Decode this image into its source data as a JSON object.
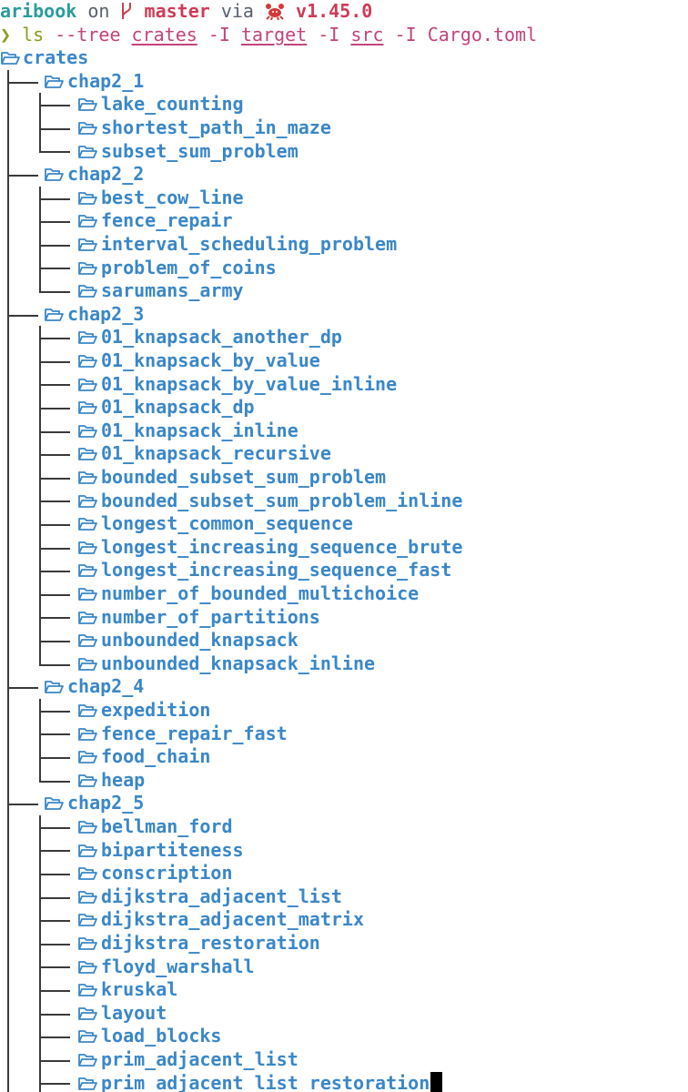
{
  "colors": {
    "background": "#ffffff",
    "dir_name": "#3a87c8",
    "guides": "#3a3a3a",
    "prompt_dir": "#2b9c9c",
    "plain": "#5a6070",
    "git_branch": "#cf3b56",
    "rust_version": "#cf3b56",
    "prompt_arrow": "#8d9b1f",
    "command": "#8d9b1f",
    "argument": "#c2447c",
    "cursor": "#000000"
  },
  "prompt": {
    "directory": "aribook",
    "on_word": "on",
    "branch_icon": "git-branch-icon",
    "branch": "master",
    "via_word": "via",
    "rust_icon": "rust-crab-icon",
    "rust_version": "v1.45.0"
  },
  "command_line": {
    "prompt_symbol": "❯",
    "command": "ls",
    "tokens": [
      {
        "text": "--tree",
        "kind": "flag"
      },
      {
        "text": "crates",
        "kind": "path"
      },
      {
        "text": "-I",
        "kind": "flag"
      },
      {
        "text": "target",
        "kind": "path"
      },
      {
        "text": "-I",
        "kind": "flag"
      },
      {
        "text": "src",
        "kind": "path"
      },
      {
        "text": "-I",
        "kind": "flag"
      },
      {
        "text": "Cargo.toml",
        "kind": "plain"
      }
    ]
  },
  "tree": {
    "root": "crates",
    "folder_icon": "folder-open-icon",
    "chapters": [
      {
        "name": "chap2_1",
        "children": [
          "lake_counting",
          "shortest_path_in_maze",
          "subset_sum_problem"
        ]
      },
      {
        "name": "chap2_2",
        "children": [
          "best_cow_line",
          "fence_repair",
          "interval_scheduling_problem",
          "problem_of_coins",
          "sarumans_army"
        ]
      },
      {
        "name": "chap2_3",
        "children": [
          "01_knapsack_another_dp",
          "01_knapsack_by_value",
          "01_knapsack_by_value_inline",
          "01_knapsack_dp",
          "01_knapsack_inline",
          "01_knapsack_recursive",
          "bounded_subset_sum_problem",
          "bounded_subset_sum_problem_inline",
          "longest_common_sequence",
          "longest_increasing_sequence_brute",
          "longest_increasing_sequence_fast",
          "number_of_bounded_multichoice",
          "number_of_partitions",
          "unbounded_knapsack",
          "unbounded_knapsack_inline"
        ]
      },
      {
        "name": "chap2_4",
        "children": [
          "expedition",
          "fence_repair_fast",
          "food_chain",
          "heap"
        ]
      },
      {
        "name": "chap2_5",
        "children": [
          "bellman_ford",
          "bipartiteness",
          "conscription",
          "dijkstra_adjacent_list",
          "dijkstra_adjacent_matrix",
          "dijkstra_restoration",
          "floyd_warshall",
          "kruskal",
          "layout",
          "load_blocks",
          "prim_adjacent_list",
          "prim_adjacent_list_restoration"
        ]
      }
    ]
  }
}
